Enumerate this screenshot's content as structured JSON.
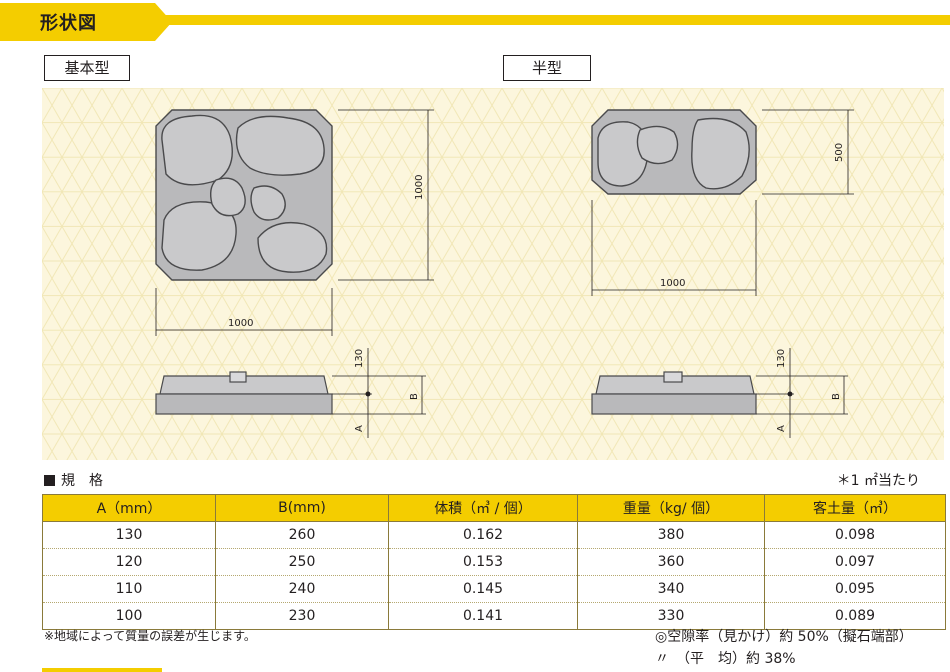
{
  "header": {
    "title": "形状図"
  },
  "labels": {
    "basic": "基本型",
    "half": "半型"
  },
  "dims": {
    "basic_width": "1000",
    "basic_height": "1000",
    "half_width": "1000",
    "half_height": "500",
    "d130": "130",
    "dB": "B",
    "dA": "A"
  },
  "spec": {
    "title": "規　格",
    "unit_note": "＊1 ㎡当たり",
    "columns": [
      "A（mm）",
      "B(mm)",
      "体積（㎥ / 個）",
      "重量（kg/ 個）",
      "客土量（㎥）"
    ],
    "rows": [
      [
        "130",
        "260",
        "0.162",
        "380",
        "0.098"
      ],
      [
        "120",
        "250",
        "0.153",
        "360",
        "0.097"
      ],
      [
        "110",
        "240",
        "0.145",
        "340",
        "0.095"
      ],
      [
        "100",
        "230",
        "0.141",
        "330",
        "0.089"
      ]
    ]
  },
  "footer": {
    "note": "※地域によって質量の誤差が生じます。",
    "void1": "◎空隙率（見かけ）約 50%（擬石端部）",
    "void2": "〃　（平　均）約 38%"
  },
  "colors": {
    "accent": "#f4cd00",
    "background": "#fcf6dd",
    "block": "#c9c9cb"
  }
}
